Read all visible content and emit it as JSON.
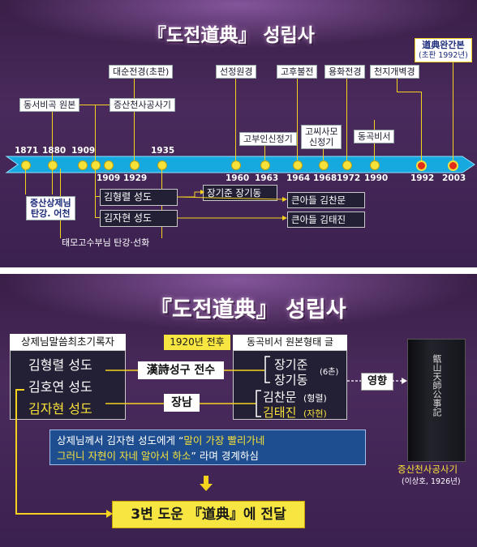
{
  "top": {
    "title": "『도전道典』 성립사",
    "events_above": {
      "e1929_label": "대순전경(초판)",
      "e1960_label": "선정원경",
      "e1964_label": "고후불전",
      "e1972_label": "용화전경",
      "e1990_label": "천지개벽경",
      "e1992_label_1": "道典완간본",
      "e1992_label_2": "(초판 1992년)",
      "e1880_label": "동서비곡 원본",
      "e1909_label": "증산천사공사기",
      "e1963_label": "고부인신정기",
      "e1968_label_1": "고씨사모",
      "e1968_label_2": "신정기",
      "e1990b_label": "동곡비서"
    },
    "axis_years": {
      "y1871": "1871",
      "y1880": "1880",
      "y1909a": "1909",
      "y1935": "1935",
      "y1909b": "1909",
      "y1929": "1929",
      "y1960": "1960",
      "y1963": "1963",
      "y1964": "1964",
      "y1968": "1968",
      "y1972": "1972",
      "y1990": "1990",
      "y1992": "1992",
      "y2003": "2003"
    },
    "below": {
      "left_box_1": "증산상제님",
      "left_box_2": "탄강. 어천",
      "taemo": "태모고수부님 탄강·선화",
      "kim_hr": "김형렬 성도",
      "kim_jh": "김자현 성도",
      "jang": "장기준 장기동",
      "son1": "큰아들 김찬문",
      "son2": "큰아들 김태진"
    }
  },
  "bottom": {
    "title": "『도전道典』 성립사",
    "box_header": "상제님말씀최초기록자",
    "p1": "김형렬 성도",
    "p2": "김호연 성도",
    "p3": "김자현 성도",
    "label_hansi": "漢詩성구 전수",
    "label_jangnam": "장남",
    "year_tag": "1920년 전후",
    "dg_header": "동곡비서 원본형태 글",
    "dg_jjun": "장기준",
    "dg_jdong": "장기동",
    "dg_6chon": "(6촌)",
    "dg_kcm": "김찬문",
    "dg_kcm_rel": "(형렬)",
    "dg_ktj": "김태진",
    "dg_ktj_rel": "(자현)",
    "influence": "영향",
    "book_title": "甑山天師公事記",
    "book_caption": "증산천사공사기",
    "book_sub": "(이상호, 1926년)",
    "quote_pre": "상제님께서 김자현 성도에게 “",
    "quote_hl1": "말이 가장 빨리가네",
    "quote_hl2": "그러니 자현이 자네 알아서 하소",
    "quote_post": "” 라며 경계하심",
    "result": "3변 도운 『道典』에 전달"
  }
}
